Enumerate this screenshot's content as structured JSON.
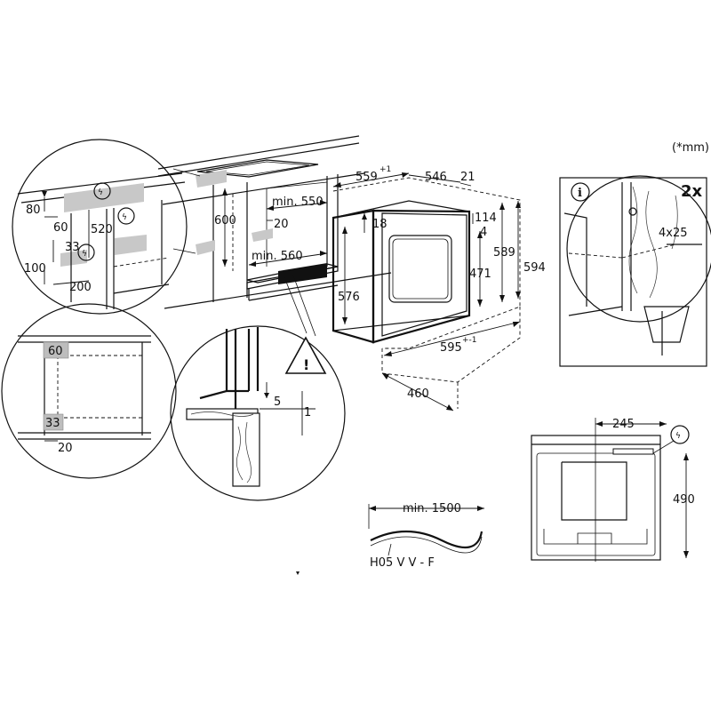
{
  "units_note": "(*mm)",
  "dims": {
    "d80": "80",
    "d60a": "60",
    "d520": "520",
    "d33a": "33",
    "d100": "100",
    "d200": "200",
    "d600": "600",
    "dmin550": "min. 550",
    "d20a": "20",
    "dmin560": "min. 560",
    "d559": "559",
    "d559_sup": "+1",
    "d546": "546",
    "d21": "21",
    "d18": "18",
    "d114": "114",
    "d4": "4",
    "d589": "589",
    "d594": "594",
    "d576": "576",
    "d471": "471",
    "d595": "595",
    "d595_sup": "+-1",
    "d460": "460",
    "d60b": "60",
    "d33b": "33",
    "d20b": "20",
    "d5": "5",
    "d1": "1",
    "dmin1500": "min. 1500",
    "cable": "H05 V V - F",
    "d245": "245",
    "d490": "490"
  },
  "info_panel": {
    "count": "2x",
    "screw": "4x25",
    "info_glyph": "i"
  },
  "icons": {
    "electric": "ϟ",
    "warning": "!"
  }
}
